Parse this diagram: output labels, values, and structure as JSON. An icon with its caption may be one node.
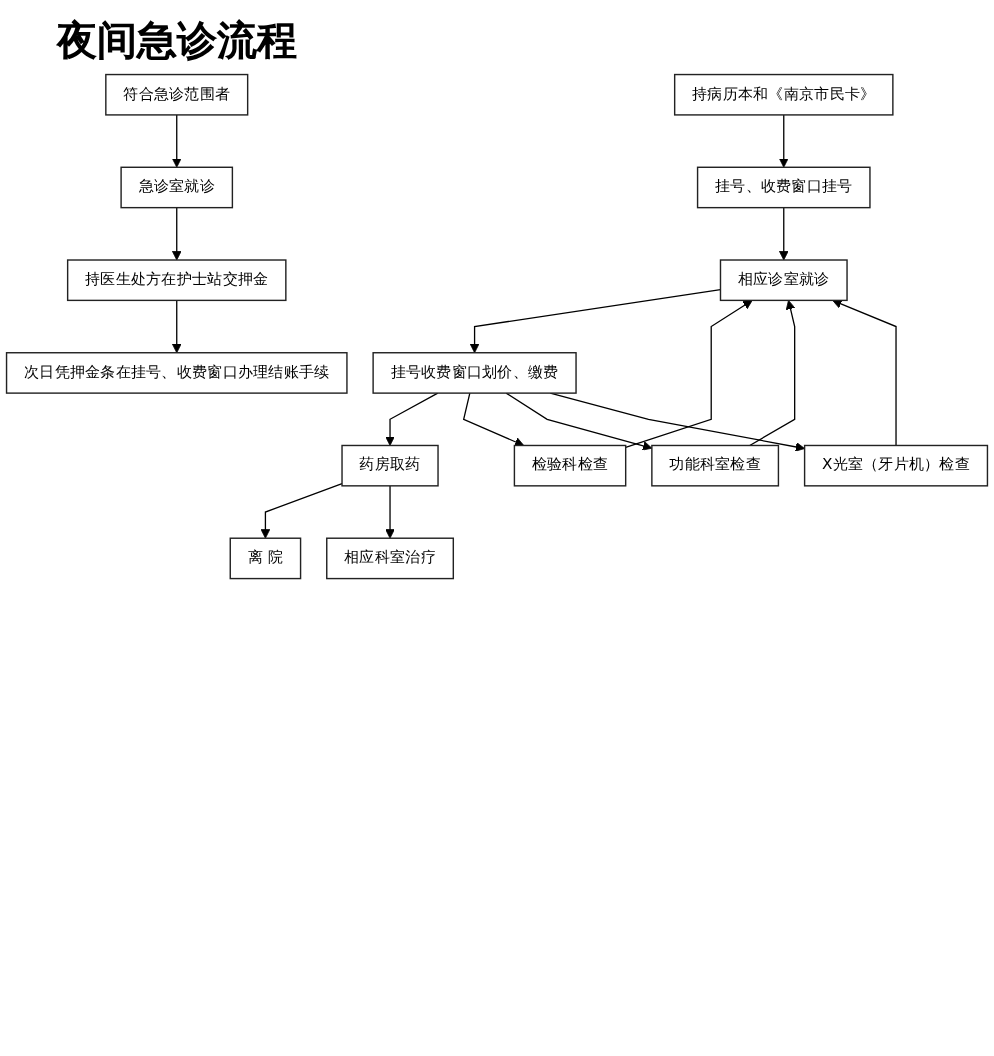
{
  "diagram": {
    "nodes": [
      {
        "text": [
          "持病历本和《南京市民卡》"
        ]
      },
      {
        "text": [
          "挂号、收费窗口挂号"
        ]
      },
      {
        "text": [
          "相应诊室就诊"
        ]
      },
      {
        "text": [
          "挂号收费窗口划价、缴费"
        ]
      },
      {
        "text": [
          "药房取药"
        ]
      },
      {
        "text": [
          "检验科检查"
        ]
      },
      {
        "text": [
          "功能科室检查"
        ]
      },
      {
        "text": [
          "X光室（牙片机）检查"
        ]
      },
      {
        "text": [
          "离 院"
        ]
      },
      {
        "text": [
          "相应科室治疗"
        ]
      },
      {
        "text": [
          "符合急诊范围者"
        ]
      },
      {
        "text": [
          "急诊室就诊"
        ]
      },
      {
        "text": [
          "持医生处方在护士站交押金"
        ]
      },
      {
        "text": [
          "次日凭押金条在挂号、收费窗口办理结账手续"
        ]
      }
    ],
    "edges": [
      {
        "from": 0,
        "to": 1,
        "arrow": "to"
      },
      {
        "from": 1,
        "to": 2,
        "arrow": "to"
      },
      {
        "from": 2,
        "to": 3,
        "arrow": "to"
      },
      {
        "from": 3,
        "to": 4,
        "arrow": "to"
      },
      {
        "from": 3,
        "to": 5,
        "arrow": "to"
      },
      {
        "from": 3,
        "to": 6,
        "arrow": "to"
      },
      {
        "from": 3,
        "to": 7,
        "arrow": "to"
      },
      {
        "from": 4,
        "to": 8,
        "arrow": "to"
      },
      {
        "from": 4,
        "to": 9,
        "arrow": "to"
      },
      {
        "from": 5,
        "to": 2,
        "arrow": "to"
      },
      {
        "from": 6,
        "to": 2,
        "arrow": "to"
      },
      {
        "from": 7,
        "to": 2,
        "arrow": "to"
      },
      {
        "from": 10,
        "to": 11,
        "arrow": "to"
      },
      {
        "from": 11,
        "to": 12,
        "arrow": "to"
      },
      {
        "from": 12,
        "to": 13,
        "arrow": "to"
      }
    ],
    "labels": [
      "夜间急诊流程"
    ]
  }
}
